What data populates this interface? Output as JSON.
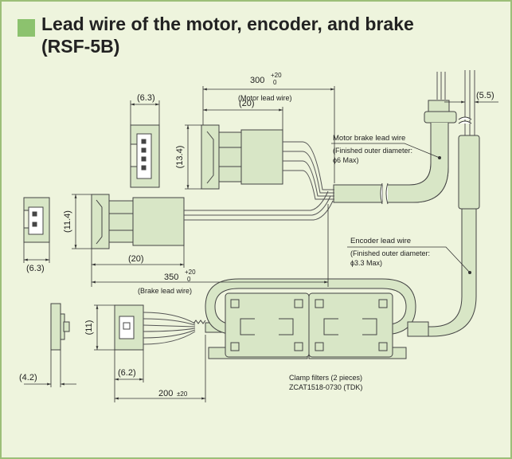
{
  "header": {
    "title_line1": "Lead wire of the motor, encoder, and brake",
    "title_line2": "(RSF-5B)"
  },
  "motor_connector": {
    "length_value": "300",
    "length_tol_upper": "+20",
    "length_tol_lower": "0",
    "length_caption": "(Motor lead wire)",
    "body_length": "(20)",
    "height": "(13.4)",
    "end_width": "(6.3)"
  },
  "brake_connector": {
    "height": "(11.4)",
    "end_width": "(6.3)",
    "body_length": "(20)",
    "length_value": "350",
    "length_tol_upper": "+20",
    "length_tol_lower": "0",
    "length_caption": "(Brake lead wire)"
  },
  "encoder_connector": {
    "height": "(11)",
    "side_width": "(4.2)",
    "body_width": "(6.2)",
    "length_label": "200",
    "length_tol": "±20"
  },
  "cable_top": {
    "diameter": "(5.5)"
  },
  "motor_brake_wire": {
    "title": "Motor brake lead wire",
    "line1": "(Finished outer diameter:",
    "line2": "ϕ6 Max)"
  },
  "encoder_wire": {
    "title": "Encoder lead wire",
    "line1": "(Finished outer diameter:",
    "line2": "ϕ3.3 Max)"
  },
  "clamp": {
    "line1": "Clamp filters (2 pieces)",
    "line2": "ZCAT1518-0730 (TDK)"
  },
  "colors": {
    "frame_border": "#9cbf78",
    "background": "#eef4dd",
    "title_marker": "#8cc26e",
    "part_fill": "#d8e6c6"
  }
}
